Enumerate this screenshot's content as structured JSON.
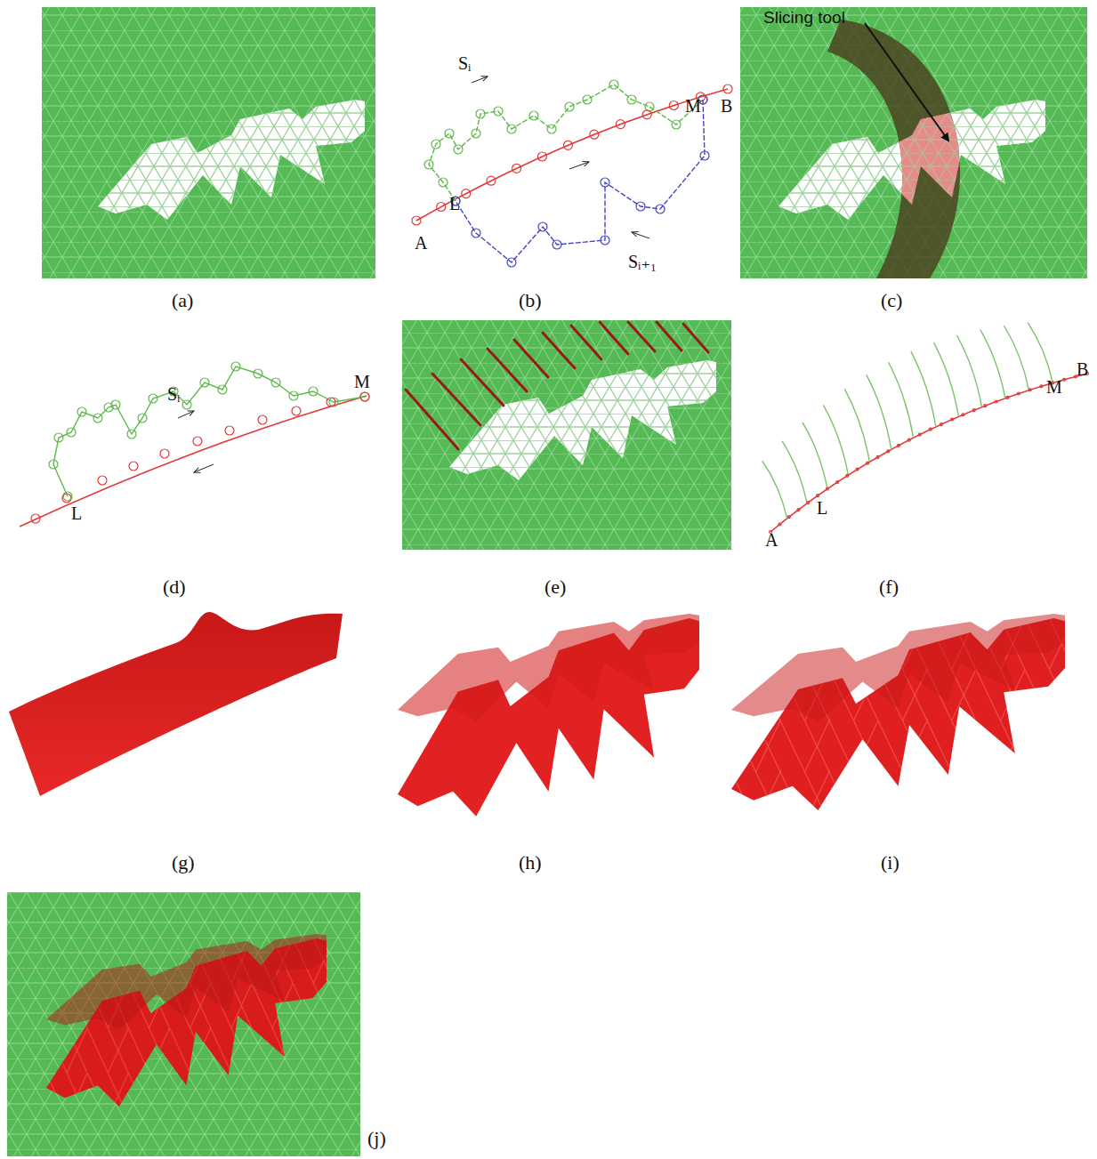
{
  "diagram": {
    "labels": [
      "Sᵢ",
      "M",
      "B",
      "A",
      "L",
      "Sᵢ₊₁",
      "Slicing tool",
      "(a)",
      "(b)",
      "(c)",
      "Sᵢ",
      "M",
      "L",
      "B",
      "M",
      "A",
      "L",
      "(d)",
      "(e)",
      "(f)",
      "(g)",
      "(h)",
      "(i)",
      "(j)"
    ]
  }
}
